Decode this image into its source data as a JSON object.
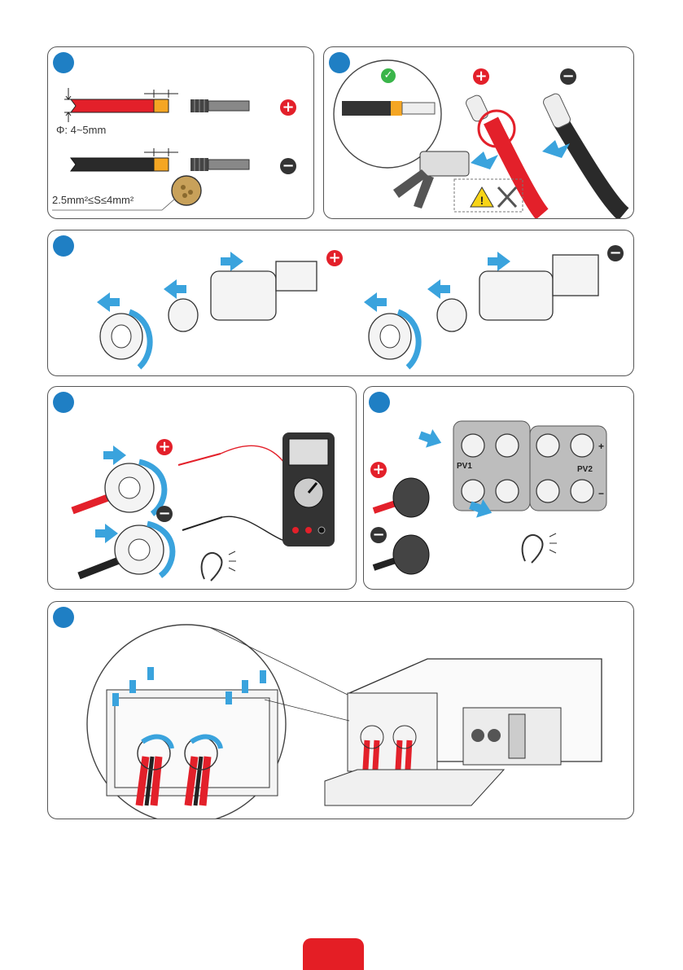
{
  "panel1": {
    "diameter_label": "Φ: 4~5mm",
    "cross_section_label": "2.5mm²≤S≤4mm²",
    "positive_symbol": "+",
    "negative_symbol": "−"
  },
  "panel2": {
    "positive_symbol": "+",
    "negative_symbol": "−",
    "check_icon": "check-icon",
    "warning_icon": "warning-icon",
    "tools_icon": "tools-icon"
  },
  "panel3": {
    "positive_symbol": "+",
    "negative_symbol": "−"
  },
  "panel4": {
    "positive_symbol": "+",
    "negative_symbol": "−",
    "ear_icon": "ear-icon"
  },
  "panel5": {
    "positive_symbol": "+",
    "negative_symbol": "−",
    "pv1_label": "PV1",
    "pv2_label": "PV2",
    "pv_plus": "+",
    "pv_minus": "−",
    "ear_icon": "ear-icon"
  },
  "colors": {
    "accent_blue": "#1f7fc4",
    "arrow_blue": "#3aa3dd",
    "positive_red": "#e3202a",
    "negative_dark": "#333333",
    "footer_red": "#e41e25"
  }
}
